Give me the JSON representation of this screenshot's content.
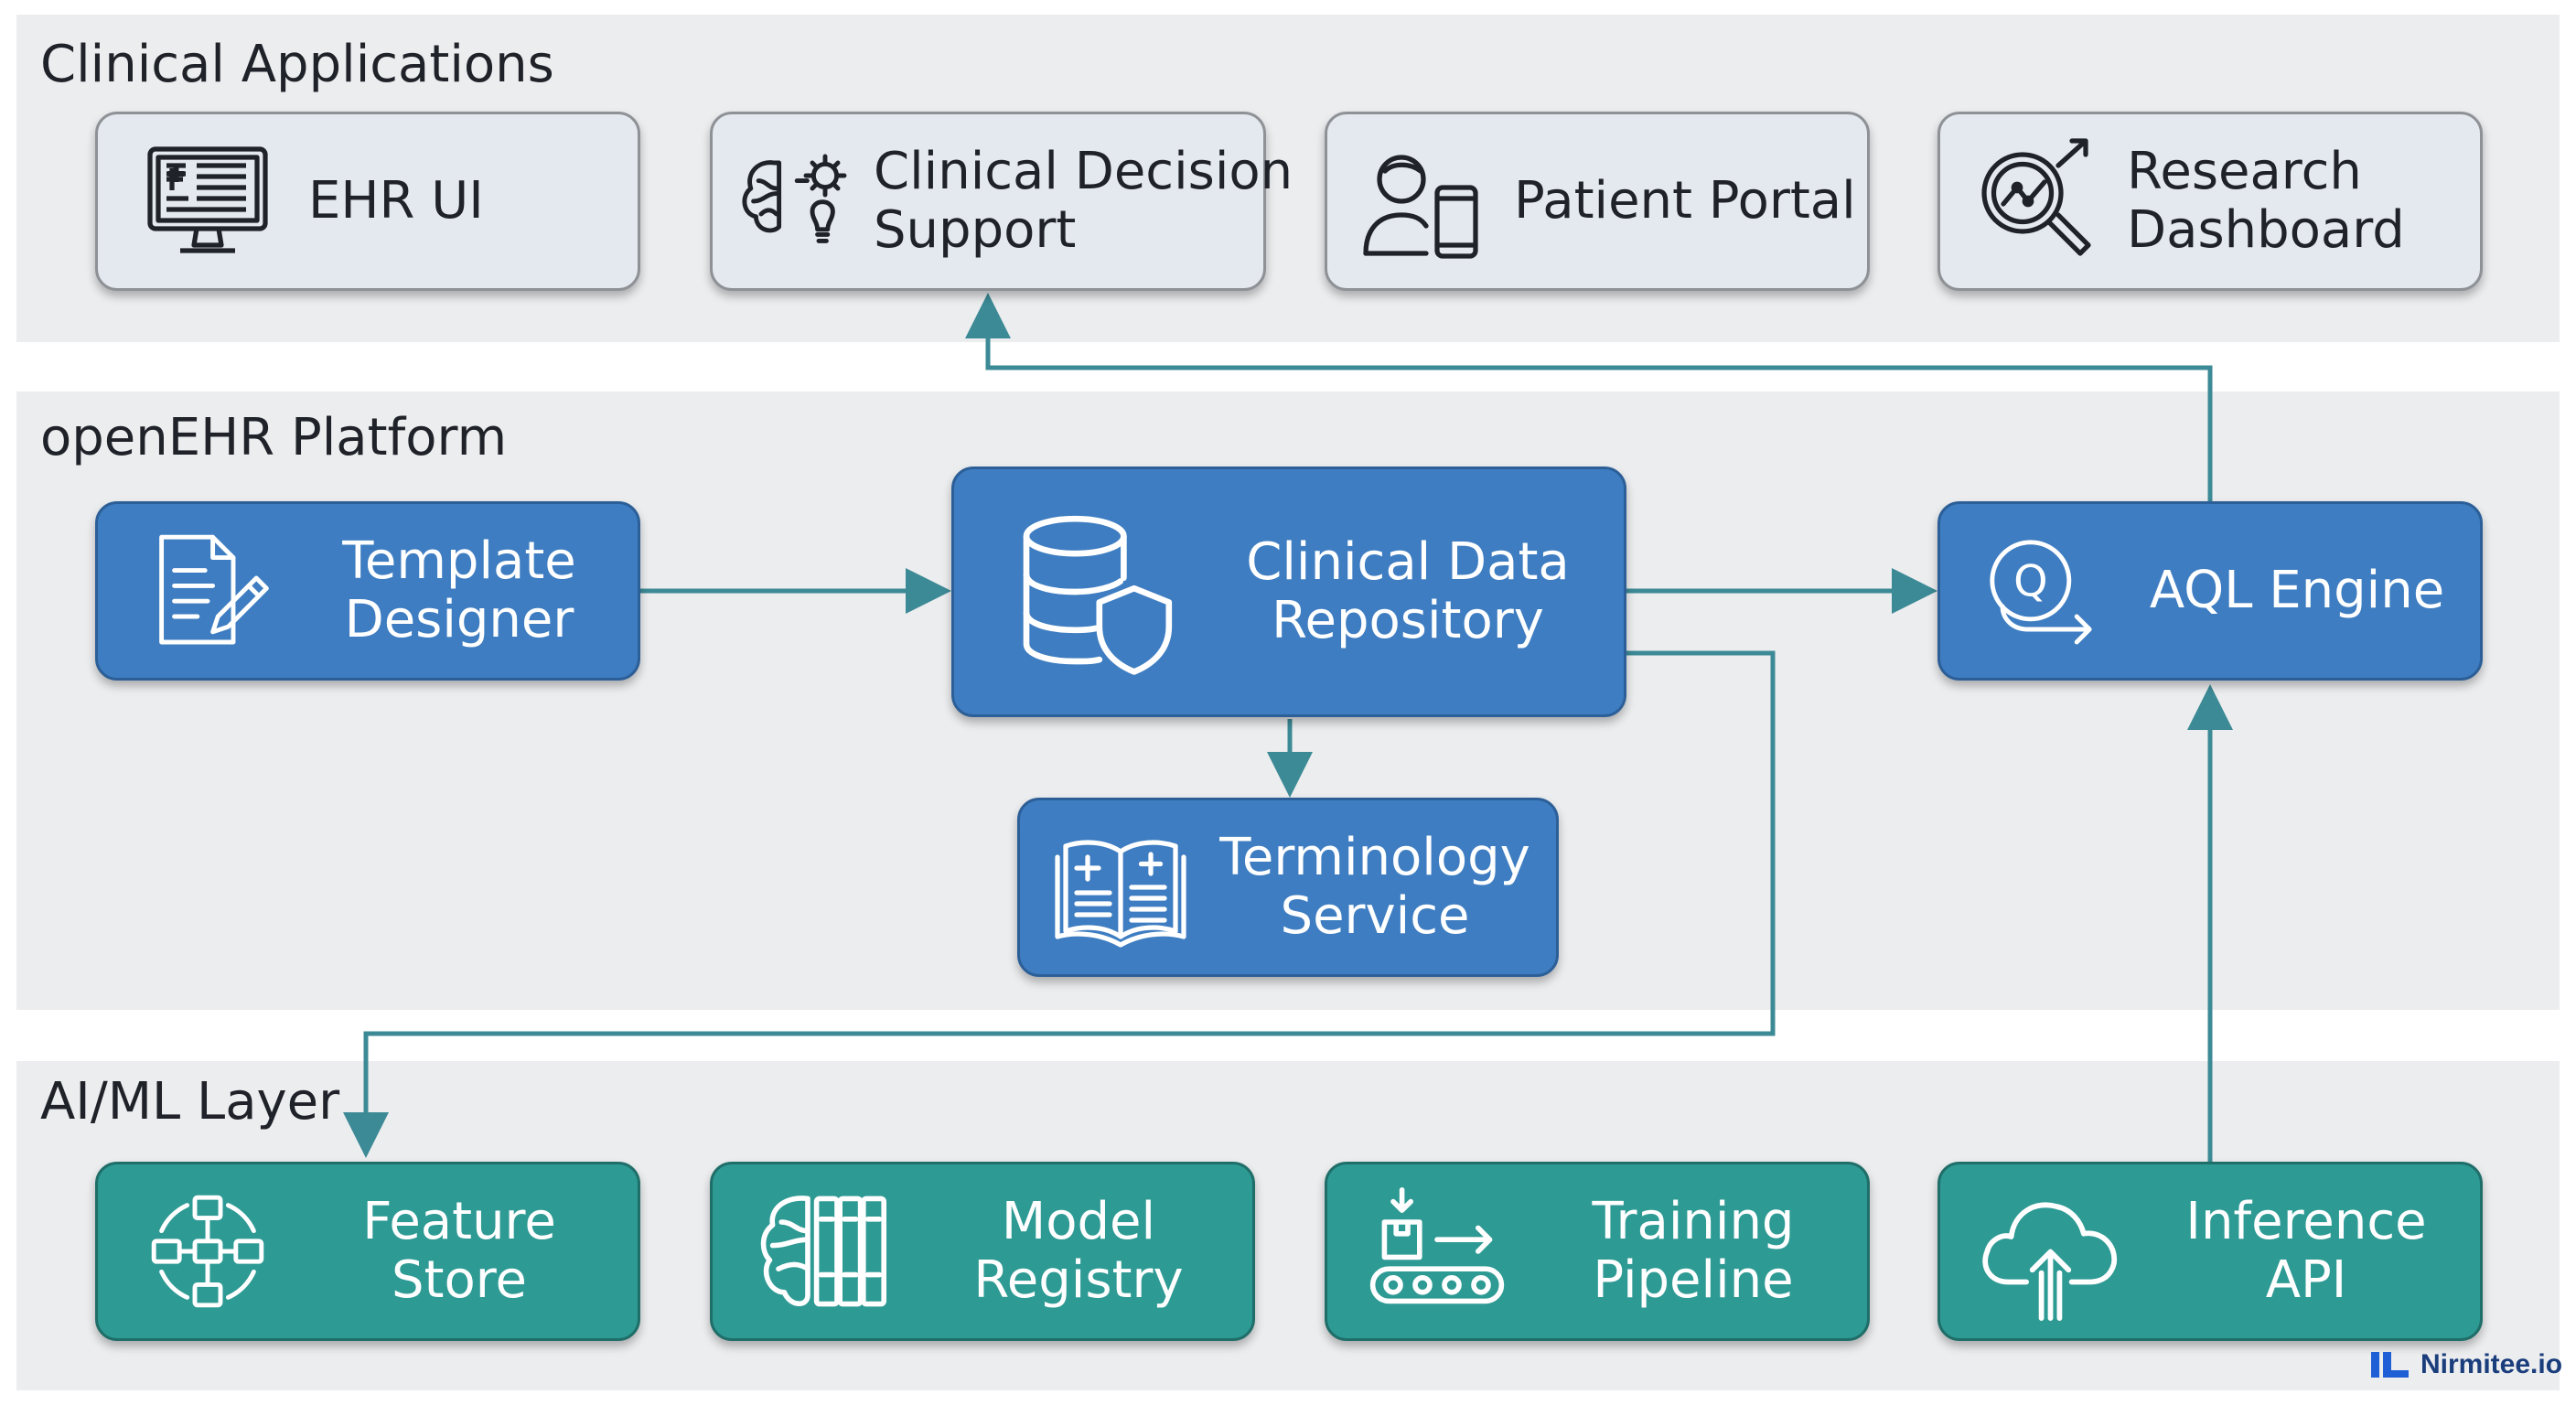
{
  "layers": {
    "clinical": {
      "title": "Clinical Applications"
    },
    "platform": {
      "title": "openEHR Platform"
    },
    "aiml": {
      "title": "AI/ML Layer"
    }
  },
  "boxes": {
    "ehr_ui": {
      "lines": [
        "EHR UI"
      ],
      "icon": "computer-monitor-medical-icon"
    },
    "cds": {
      "lines": [
        "Clinical Decision",
        "Support"
      ],
      "icon": "brain-gear-lightbulb-icon"
    },
    "patient_portal": {
      "lines": [
        "Patient Portal"
      ],
      "icon": "person-smartphone-icon"
    },
    "research_dashboard": {
      "lines": [
        "Research",
        "Dashboard"
      ],
      "icon": "magnifier-chart-icon"
    },
    "template_designer": {
      "lines": [
        "Template",
        "Designer"
      ],
      "icon": "document-pencil-icon"
    },
    "cdr": {
      "lines": [
        "Clinical Data",
        "Repository"
      ],
      "icon": "database-shield-icon"
    },
    "aql_engine": {
      "lines": [
        "AQL Engine"
      ],
      "icon": "query-arrow-icon"
    },
    "terminology": {
      "lines": [
        "Terminology",
        "Service"
      ],
      "icon": "medical-book-icon"
    },
    "feature_store": {
      "lines": [
        "Feature",
        "Store"
      ],
      "icon": "feature-blocks-icon"
    },
    "model_registry": {
      "lines": [
        "Model",
        "Registry"
      ],
      "icon": "brain-binders-icon"
    },
    "training_pipeline": {
      "lines": [
        "Training",
        "Pipeline"
      ],
      "icon": "conveyor-belt-icon"
    },
    "inference_api": {
      "lines": [
        "Inference",
        "API"
      ],
      "icon": "cloud-upload-icon"
    }
  },
  "colors": {
    "connector": "#3c8a96",
    "platform_box": "#3e7dc1",
    "ml_box": "#2e9a94",
    "app_box": "#e4e9ef",
    "layer_band": "#ecedef"
  },
  "brand": {
    "name": "Nirmitee.io"
  }
}
